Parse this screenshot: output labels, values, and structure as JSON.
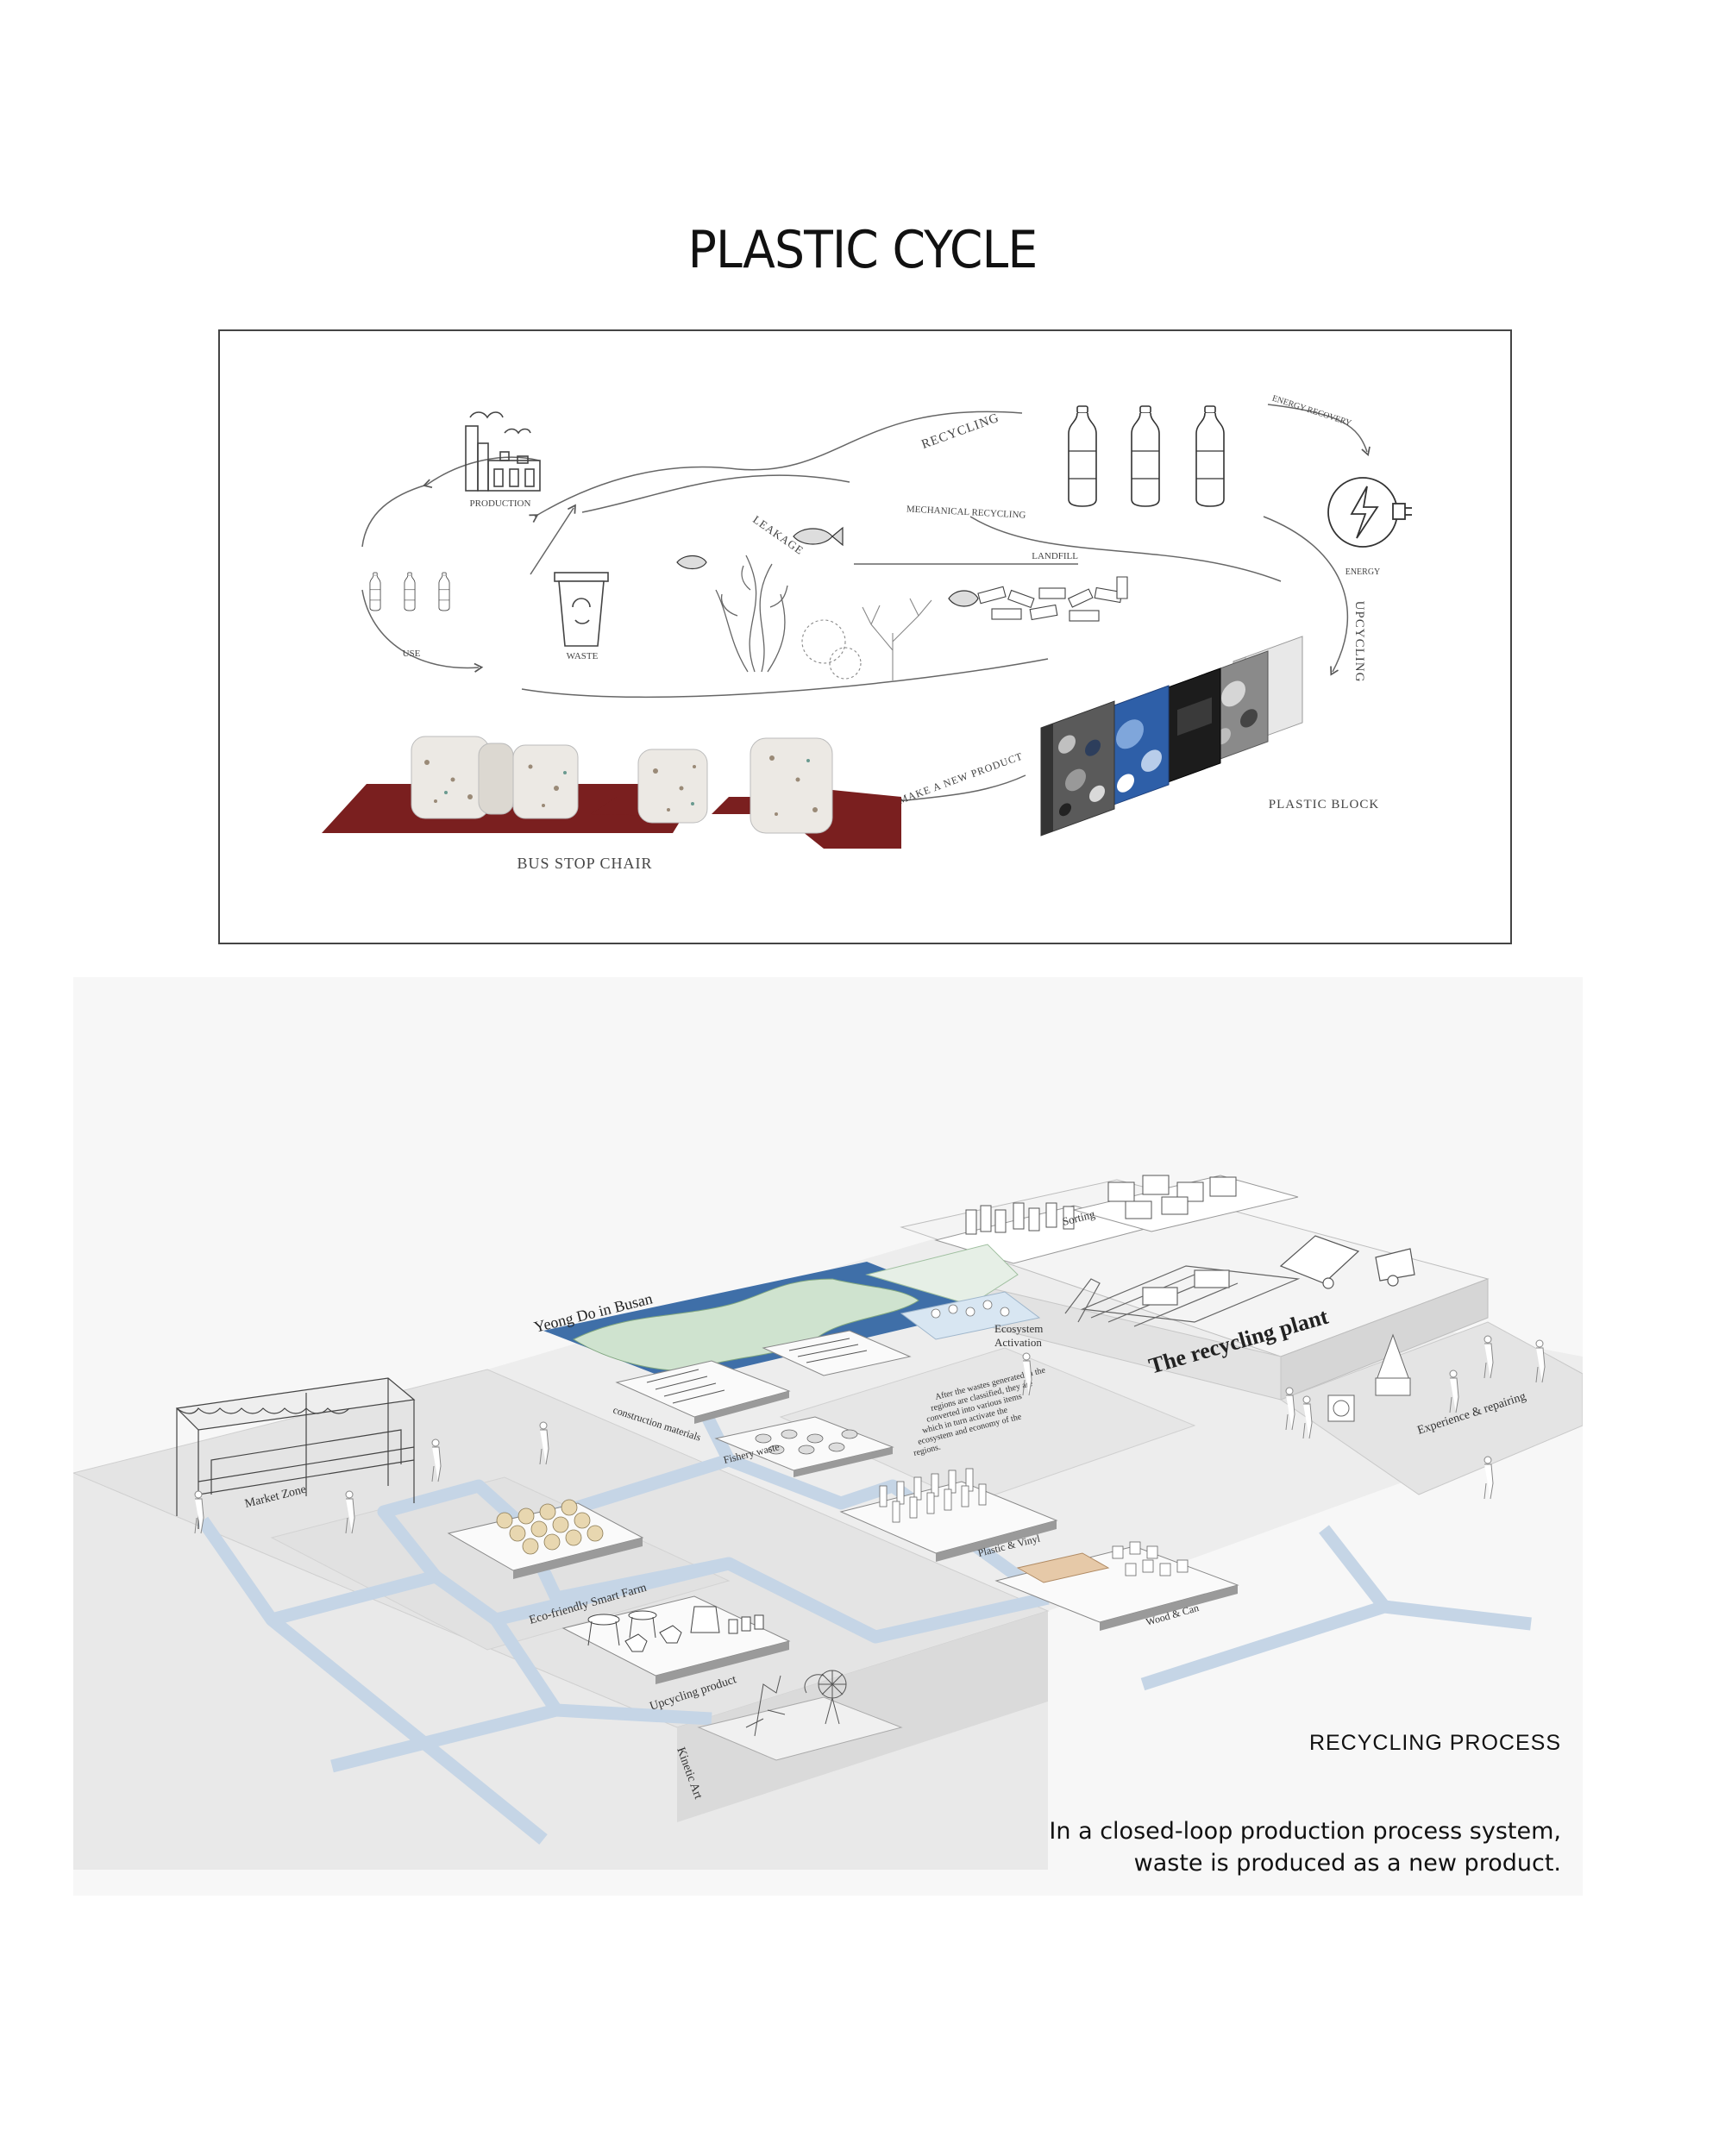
{
  "title": "PLASTIC CYCLE",
  "cycle": {
    "recycling": "RECYCLING",
    "mechanical_recycling": "MECHANICAL RECYCLING",
    "energy_recovery": "ENERGY RECOVERY",
    "energy": "ENERGY",
    "production": "PRODUCTION",
    "use": "USE",
    "waste": "WASTE",
    "leakage": "LEAKAGE",
    "landfill": "LANDFILL",
    "upcycling": "UPCYCLING",
    "plastic_block": "PLASTIC BLOCK",
    "make_new_product": "MAKE A NEW PRODUCT",
    "bus_stop_chair": "BUS STOP CHAIR"
  },
  "isometric": {
    "yeong_do": "Yeong Do in Busan",
    "construction_materials": "construction materials",
    "fishery_waste": "Fishery waste",
    "plastic_vinyl": "Plastic & Vinyl",
    "wood_can": "Wood & Can",
    "market_zone": "Market Zone",
    "smart_farm": "Eco-friendly Smart Farm",
    "upcycling_product": "Upcycling product",
    "kinetic_art": "Kinetic Art",
    "ecosystem_activation_1": "Ecosystem",
    "ecosystem_activation_2": "Activation",
    "recycling_plant": "The recycling plant",
    "sorting": "Sorting",
    "experience": "Experience & repairing",
    "note_lines": [
      "After the wastes generated in the",
      "regions are classified, they are",
      "converted into various items",
      "which in turn activate the",
      "ecosystem and economy of the",
      "regions."
    ]
  },
  "process": {
    "title": "RECYCLING PROCESS",
    "line1": "In a closed-loop production process system,",
    "line2": "waste is produced as a new product."
  },
  "colors": {
    "chair_base": "#7a1f1f",
    "water_channel": "#c5d5e6",
    "map_sea": "#3f6fa8",
    "map_land": "#cfe3cf",
    "block_blue": "#2e5fa8"
  }
}
